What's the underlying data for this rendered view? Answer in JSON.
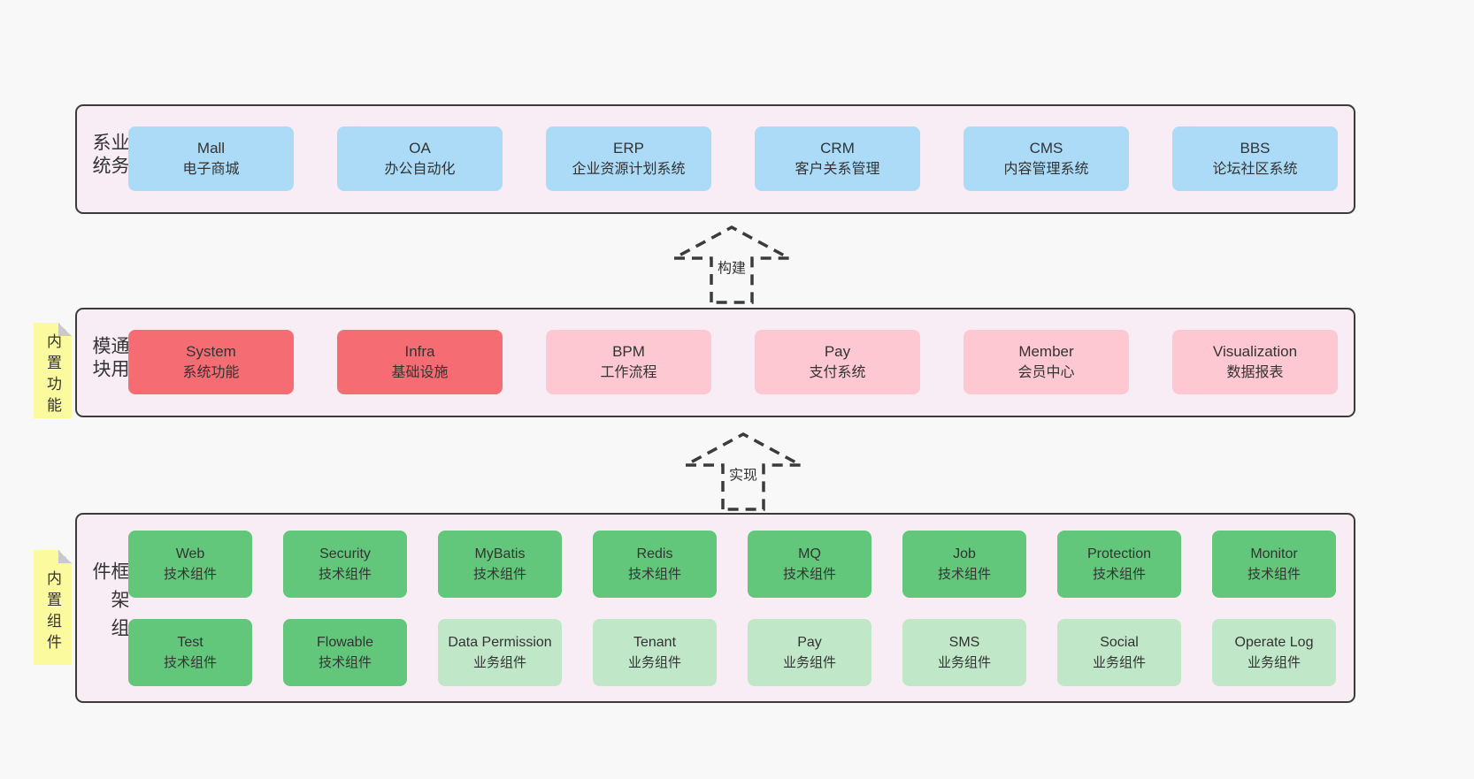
{
  "colors": {
    "page_bg": "#f8f8f8",
    "band_bg": "#f8edf5",
    "band_border": "#3b3b3b",
    "blue": "#abdbf7",
    "red": "#f56d72",
    "pink": "#fdc8d1",
    "green": "#63c77b",
    "light_green": "#c0e7c8",
    "sticky_yellow": "#fbfa9e",
    "text": "#333333"
  },
  "arrows": [
    {
      "label": "构建"
    },
    {
      "label": "实现"
    }
  ],
  "bands": [
    {
      "side_label": "业务系统",
      "sticky": null,
      "rows": [
        [
          {
            "title": "Mall",
            "subtitle": "电子商城",
            "variant": "blue"
          },
          {
            "title": "OA",
            "subtitle": "办公自动化",
            "variant": "blue"
          },
          {
            "title": "ERP",
            "subtitle": "企业资源计划系统",
            "variant": "blue"
          },
          {
            "title": "CRM",
            "subtitle": "客户关系管理",
            "variant": "blue"
          },
          {
            "title": "CMS",
            "subtitle": "内容管理系统",
            "variant": "blue"
          },
          {
            "title": "BBS",
            "subtitle": "论坛社区系统",
            "variant": "blue"
          }
        ]
      ]
    },
    {
      "side_label": "通用模块",
      "sticky": "内置功能",
      "rows": [
        [
          {
            "title": "System",
            "subtitle": "系统功能",
            "variant": "red"
          },
          {
            "title": "Infra",
            "subtitle": "基础设施",
            "variant": "red"
          },
          {
            "title": "BPM",
            "subtitle": "工作流程",
            "variant": "pink"
          },
          {
            "title": "Pay",
            "subtitle": "支付系统",
            "variant": "pink"
          },
          {
            "title": "Member",
            "subtitle": "会员中心",
            "variant": "pink"
          },
          {
            "title": "Visualization",
            "subtitle": "数据报表",
            "variant": "pink"
          }
        ]
      ]
    },
    {
      "side_label": "框架组件",
      "sticky": "内置组件",
      "rows": [
        [
          {
            "title": "Web",
            "subtitle": "技术组件",
            "variant": "green"
          },
          {
            "title": "Security",
            "subtitle": "技术组件",
            "variant": "green"
          },
          {
            "title": "MyBatis",
            "subtitle": "技术组件",
            "variant": "green"
          },
          {
            "title": "Redis",
            "subtitle": "技术组件",
            "variant": "green"
          },
          {
            "title": "MQ",
            "subtitle": "技术组件",
            "variant": "green"
          },
          {
            "title": "Job",
            "subtitle": "技术组件",
            "variant": "green"
          },
          {
            "title": "Protection",
            "subtitle": "技术组件",
            "variant": "green"
          },
          {
            "title": "Monitor",
            "subtitle": "技术组件",
            "variant": "green"
          }
        ],
        [
          {
            "title": "Test",
            "subtitle": "技术组件",
            "variant": "green"
          },
          {
            "title": "Flowable",
            "subtitle": "技术组件",
            "variant": "green"
          },
          {
            "title": "Data Permission",
            "subtitle": "业务组件",
            "variant": "light_green"
          },
          {
            "title": "Tenant",
            "subtitle": "业务组件",
            "variant": "light_green"
          },
          {
            "title": "Pay",
            "subtitle": "业务组件",
            "variant": "light_green"
          },
          {
            "title": "SMS",
            "subtitle": "业务组件",
            "variant": "light_green"
          },
          {
            "title": "Social",
            "subtitle": "业务组件",
            "variant": "light_green"
          },
          {
            "title": "Operate Log",
            "subtitle": "业务组件",
            "variant": "light_green"
          }
        ]
      ]
    }
  ]
}
